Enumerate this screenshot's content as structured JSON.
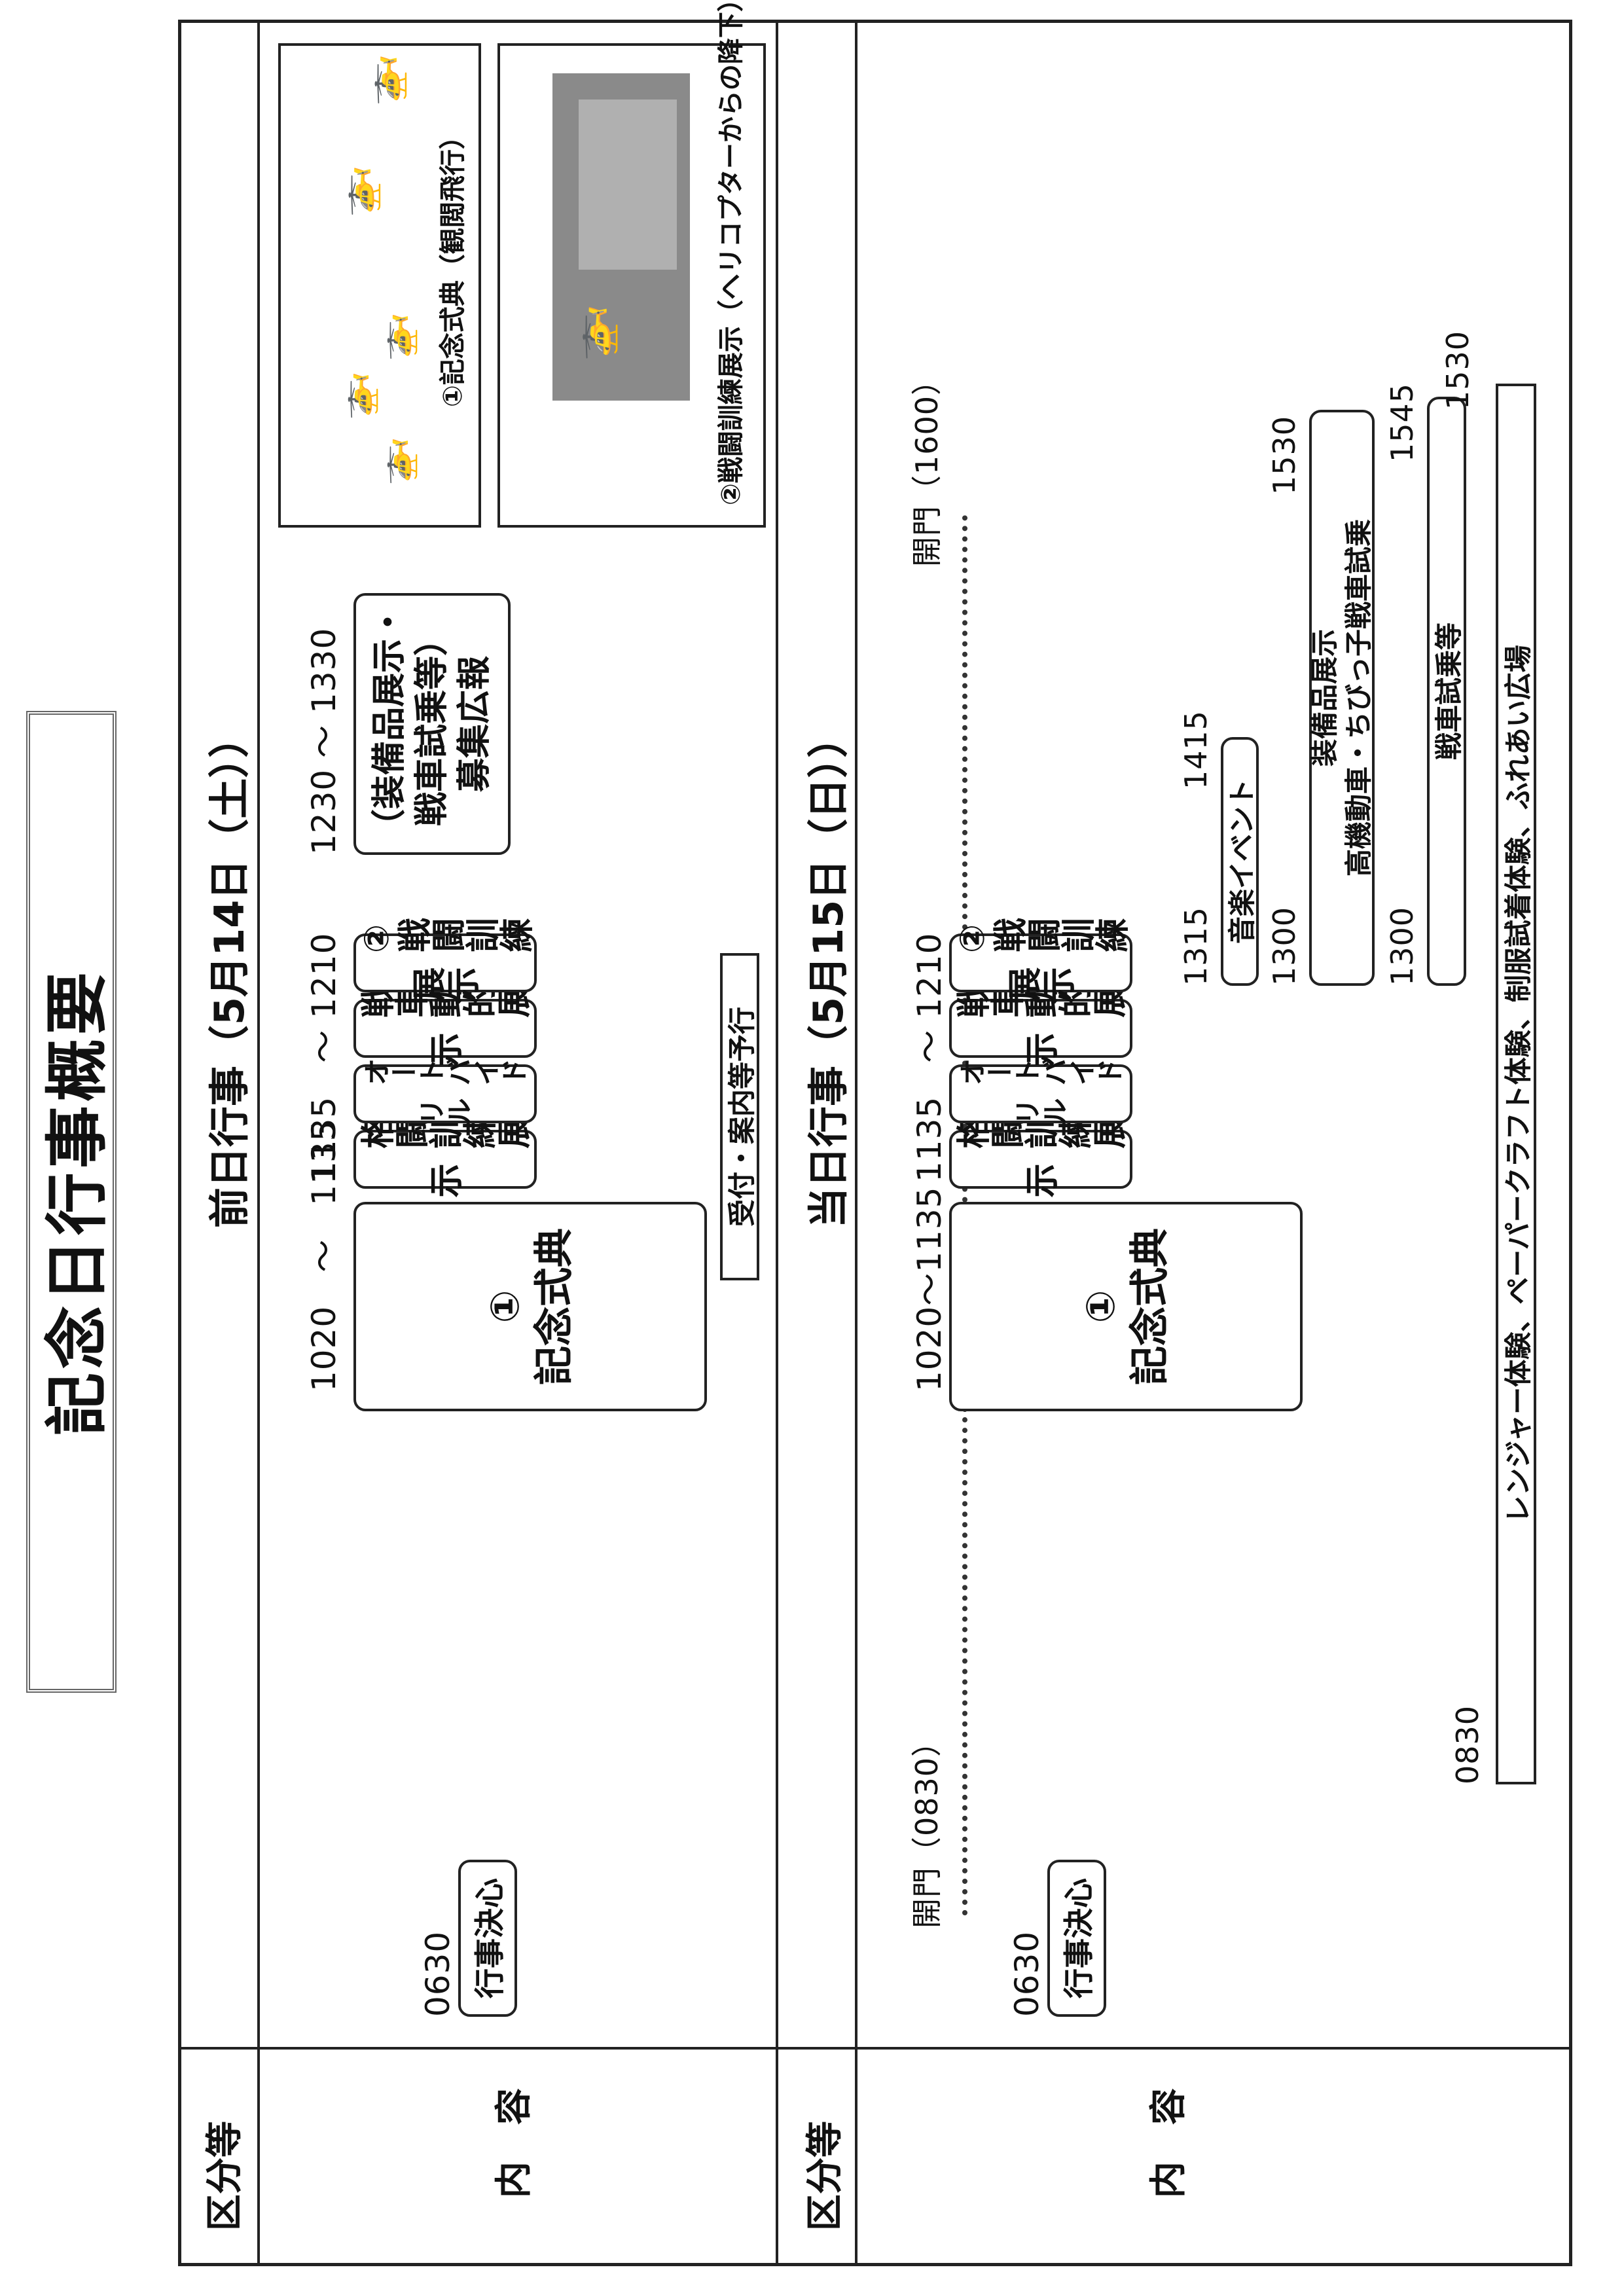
{
  "title": "記念日行事概要",
  "section1": {
    "header": "前日行事（5月14日（土））",
    "kubun_label": "区分等",
    "naiyou_label": "内　容",
    "t_0630": "0630",
    "t_1020_1135": "1020　～　1135",
    "t_1135_1210": "1135　～ 1210",
    "t_1230_1330": "1230 ～ 1330",
    "gyouji_kesshin": "行事決心",
    "kinen_shikiten": "①\n記念式典",
    "kakutou": "格闘訓練展示",
    "auto_drill": "オートバイドリル",
    "sensha": "戦車動的展示",
    "sentou2": "②戦闘訓練展示",
    "uketsuke": "受付・案内等予行",
    "soubi": "（装備品展示・戦車試乗等）\n募集広報",
    "photo1_caption": "①記念式典（観閲飛行）",
    "photo2_caption": "②戦闘訓練展示（ヘリコプターからの降下）"
  },
  "section2": {
    "header": "当日行事（5月15日（日））",
    "kubun_label": "区分等",
    "naiyou_label": "内　容",
    "t_0630": "0630",
    "kaimon_0830": "開門（0830）",
    "t_1020_1135": "1020～1135",
    "t_1135_1210": "1135　～ 1210",
    "t_0830": "0830",
    "gyouji_kesshin": "行事決心",
    "kinen_shikiten": "①\n記念式典",
    "kakutou": "格闘訓練展示",
    "auto_drill": "オートバイドリル",
    "sensha": "戦車動的展示",
    "sentou2": "②戦闘訓練展示",
    "ongaku": "音楽イベント",
    "t_1315": "1315",
    "t_1415": "1415",
    "soubi_tenji": "装備品展示\n高機動車・ちびっ子戦車試乗",
    "t_1300a": "1300",
    "t_1530a": "1530",
    "sensha_shijou": "戦車試乗等",
    "t_1300b": "1300",
    "t_1545": "1545",
    "ranger": "レンジャー体験、ペーパークラフト体験、制服試着体験、ふれあい広場",
    "t_1530b": "1530",
    "kaimon_1600": "開門（1600）"
  }
}
